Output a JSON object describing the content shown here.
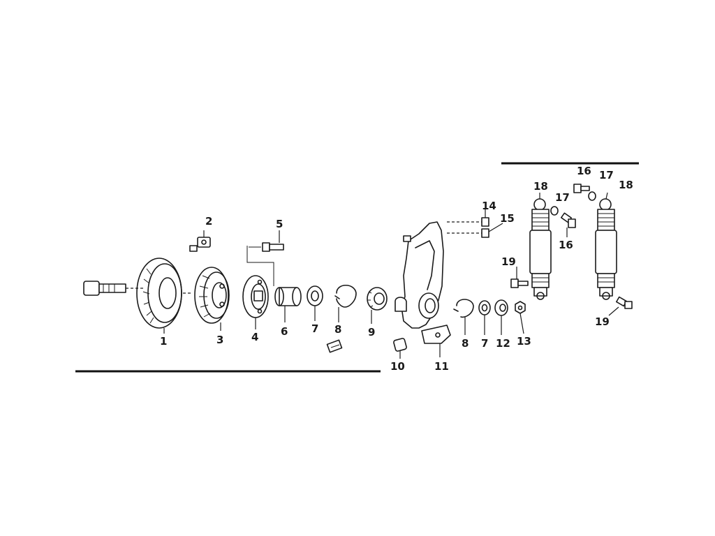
{
  "callouts": [
    {
      "id": "c1",
      "text": "1"
    },
    {
      "id": "c2",
      "text": "2"
    },
    {
      "id": "c3",
      "text": "3"
    },
    {
      "id": "c4",
      "text": "4"
    },
    {
      "id": "c5",
      "text": "5"
    },
    {
      "id": "c6",
      "text": "6"
    },
    {
      "id": "c7a",
      "text": "7"
    },
    {
      "id": "c8a",
      "text": "8"
    },
    {
      "id": "c9",
      "text": "9"
    },
    {
      "id": "c10",
      "text": "10"
    },
    {
      "id": "c11",
      "text": "11"
    },
    {
      "id": "c8b",
      "text": "8"
    },
    {
      "id": "c7b",
      "text": "7"
    },
    {
      "id": "c12",
      "text": "12"
    },
    {
      "id": "c13",
      "text": "13"
    },
    {
      "id": "c14",
      "text": "14"
    },
    {
      "id": "c15",
      "text": "15"
    },
    {
      "id": "c16a",
      "text": "16"
    },
    {
      "id": "c17a",
      "text": "17"
    },
    {
      "id": "c16b",
      "text": "16"
    },
    {
      "id": "c17b",
      "text": "17"
    },
    {
      "id": "c18a",
      "text": "18"
    },
    {
      "id": "c18b",
      "text": "18"
    },
    {
      "id": "c19a",
      "text": "19"
    },
    {
      "id": "c19b",
      "text": "19"
    }
  ]
}
